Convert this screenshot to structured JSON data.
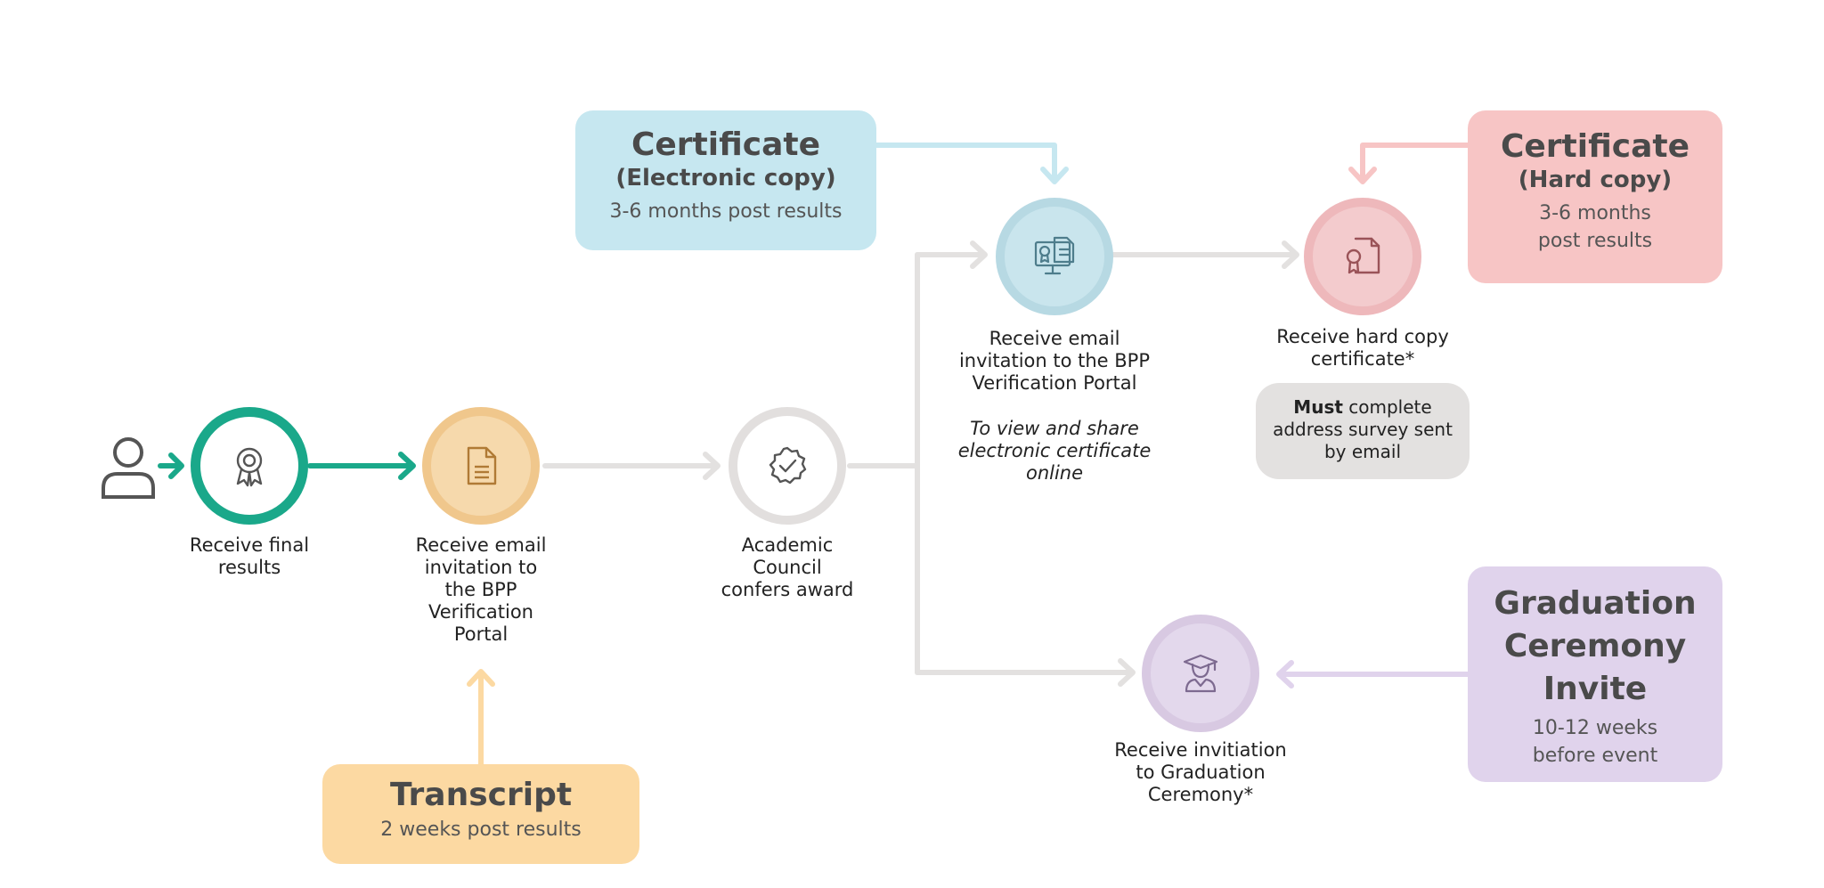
{
  "colors": {
    "green": "#1aa88a",
    "orange_dark": "#f0c78c",
    "orange_light": "#f6d9ac",
    "orange_box": "#fcd9a2",
    "grey_ring": "#e2dfde",
    "blue_ring": "#b7d9e3",
    "blue_fill": "#c9e5ed",
    "blue_box": "#c6e7f0",
    "pink_ring": "#eeb8bb",
    "pink_fill": "#f3cbcd",
    "pink_box": "#f7c5c5",
    "purple_ring": "#d8c9e2",
    "purple_fill": "#e3d8ec",
    "purple_box": "#e0d3ec",
    "connector": "#e3e1e0"
  },
  "nodes": {
    "final_results": {
      "icon": "award-ribbon-icon",
      "label_lines": [
        "Receive final",
        "results"
      ]
    },
    "transcript_invite": {
      "icon": "document-icon",
      "label_lines": [
        "Receive email",
        "invitation to",
        "the BPP",
        "Verification",
        "Portal"
      ]
    },
    "academic_council": {
      "icon": "verified-badge-icon",
      "label_lines": [
        "Academic",
        "Council",
        "confers award"
      ]
    },
    "electronic_certificate": {
      "icon": "monitor-certificate-icon",
      "label_lines": [
        "Receive email",
        "invitation to the BPP",
        "Verification Portal"
      ],
      "note_lines": [
        "To view and share",
        "electronic certificate",
        "online"
      ]
    },
    "hard_copy": {
      "icon": "certificate-document-icon",
      "label_lines": [
        "Receive hard copy",
        "certificate*"
      ]
    },
    "graduation": {
      "icon": "graduate-icon",
      "label_lines": [
        "Receive invitiation",
        "to Graduation",
        "Ceremony*"
      ]
    }
  },
  "survey_note": {
    "bold": "Must",
    "line1_rest": " complete",
    "line2": "address survey sent",
    "line3": "by email"
  },
  "boxes": {
    "certificate_electronic": {
      "title": "Certificate",
      "subtitle": "(Electronic copy)",
      "note": "3-6 months post results"
    },
    "certificate_hard": {
      "title": "Certificate",
      "subtitle": "(Hard copy)",
      "note_lines": [
        "3-6 months",
        "post results"
      ]
    },
    "graduation_invite": {
      "title_lines": [
        "Graduation",
        "Ceremony",
        "Invite"
      ],
      "note_lines": [
        "10-12 weeks",
        "before event"
      ]
    },
    "transcript": {
      "title": "Transcript",
      "note": "2 weeks post results"
    }
  }
}
